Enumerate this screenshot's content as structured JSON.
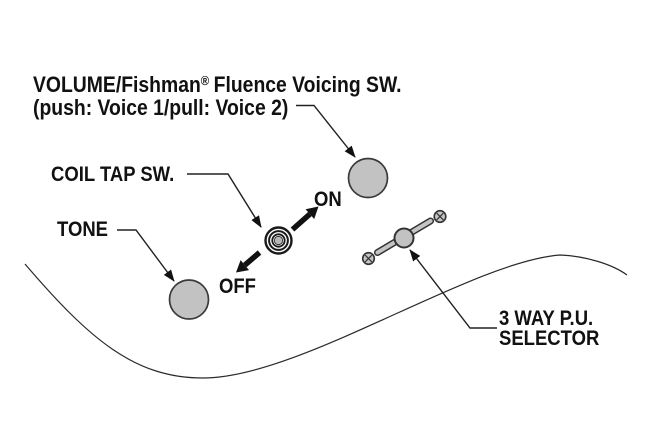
{
  "labels": {
    "volume_line1_part1": "VOLUME/Fishman",
    "volume_line1_reg": "®",
    "volume_line1_part2": "Fluence Voicing SW.",
    "volume_line2": "(push: Voice 1/pull: Voice 2)",
    "coil_tap": "COIL TAP SW.",
    "tone": "TONE",
    "on": "ON",
    "off": "OFF",
    "selector_line1": "3 WAY P.U.",
    "selector_line2": "SELECTOR"
  },
  "colors": {
    "background": "#ffffff",
    "text": "#111111",
    "line": "#222222",
    "arrow": "#111111",
    "knob_fill": "#c2c2c2",
    "knob_stroke": "#3a3a3a",
    "switch_fill": "#c4c4c4",
    "switch_center_fill": "#b8b8b8"
  }
}
